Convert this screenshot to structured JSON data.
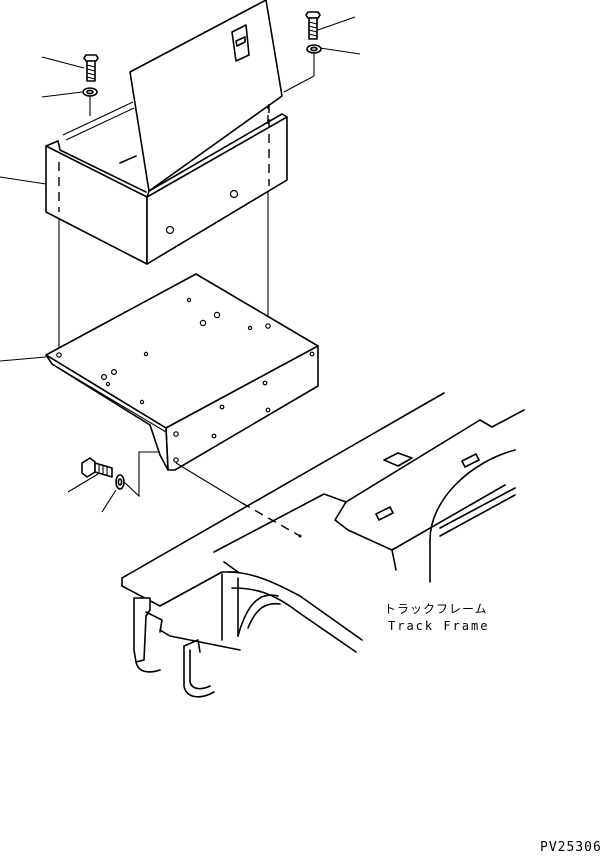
{
  "labels": {
    "track_frame_jp": "トラックフレーム",
    "track_frame_en": "Track Frame",
    "drawing_number": "PV25306"
  },
  "colors": {
    "line": "#000000",
    "background": "#ffffff"
  },
  "parts": [
    "bolt-top-left",
    "washer-top-left",
    "bolt-top-right",
    "washer-top-right",
    "toolbox",
    "toolbox-lid",
    "bracket-plate",
    "bolt-bottom",
    "washer-bottom",
    "track-frame"
  ]
}
